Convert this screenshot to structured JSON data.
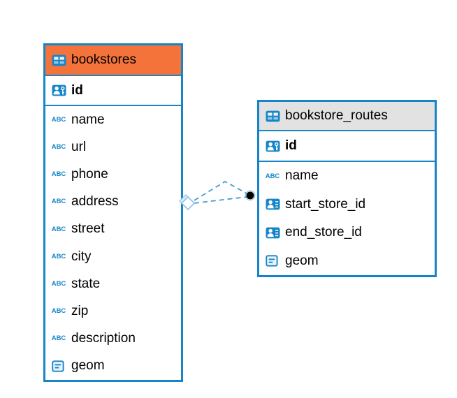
{
  "icons": {
    "text_type_glyph": "ABC"
  },
  "colors": {
    "table_border": "#1585c8",
    "bookstores_header": "#f4733a",
    "routes_header": "#e2e2e2",
    "connector": "#3a97d3",
    "connector_dot": "#000000"
  },
  "tables": {
    "bookstores": {
      "title": "bookstores",
      "pk_label": "id",
      "fields": [
        {
          "label": "name",
          "type": "text"
        },
        {
          "label": "url",
          "type": "text"
        },
        {
          "label": "phone",
          "type": "text"
        },
        {
          "label": "address",
          "type": "text"
        },
        {
          "label": "street",
          "type": "text"
        },
        {
          "label": "city",
          "type": "text"
        },
        {
          "label": "state",
          "type": "text"
        },
        {
          "label": "zip",
          "type": "text"
        },
        {
          "label": "description",
          "type": "text"
        },
        {
          "label": "geom",
          "type": "geometry"
        }
      ]
    },
    "bookstore_routes": {
      "title": "bookstore_routes",
      "pk_label": "id",
      "fields": [
        {
          "label": "name",
          "type": "text"
        },
        {
          "label": "start_store_id",
          "type": "reference"
        },
        {
          "label": "end_store_id",
          "type": "reference"
        },
        {
          "label": "geom",
          "type": "geometry"
        }
      ]
    }
  },
  "relationship": {
    "from_table": "bookstore_routes",
    "to_table": "bookstores",
    "line_style": "dashed"
  }
}
